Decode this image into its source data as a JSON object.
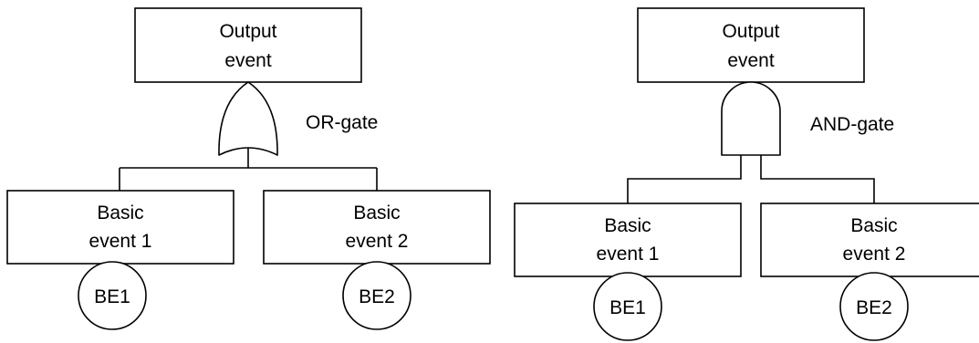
{
  "or_tree": {
    "output": {
      "line1": "Output",
      "line2": "event"
    },
    "gate_label": "OR-gate",
    "event1": {
      "line1": "Basic",
      "line2": "event 1",
      "id": "BE1"
    },
    "event2": {
      "line1": "Basic",
      "line2": "event 2",
      "id": "BE2"
    }
  },
  "and_tree": {
    "output": {
      "line1": "Output",
      "line2": "event"
    },
    "gate_label": "AND-gate",
    "event1": {
      "line1": "Basic",
      "line2": "event 1",
      "id": "BE1"
    },
    "event2": {
      "line1": "Basic",
      "line2": "event 2",
      "id": "BE2"
    }
  }
}
